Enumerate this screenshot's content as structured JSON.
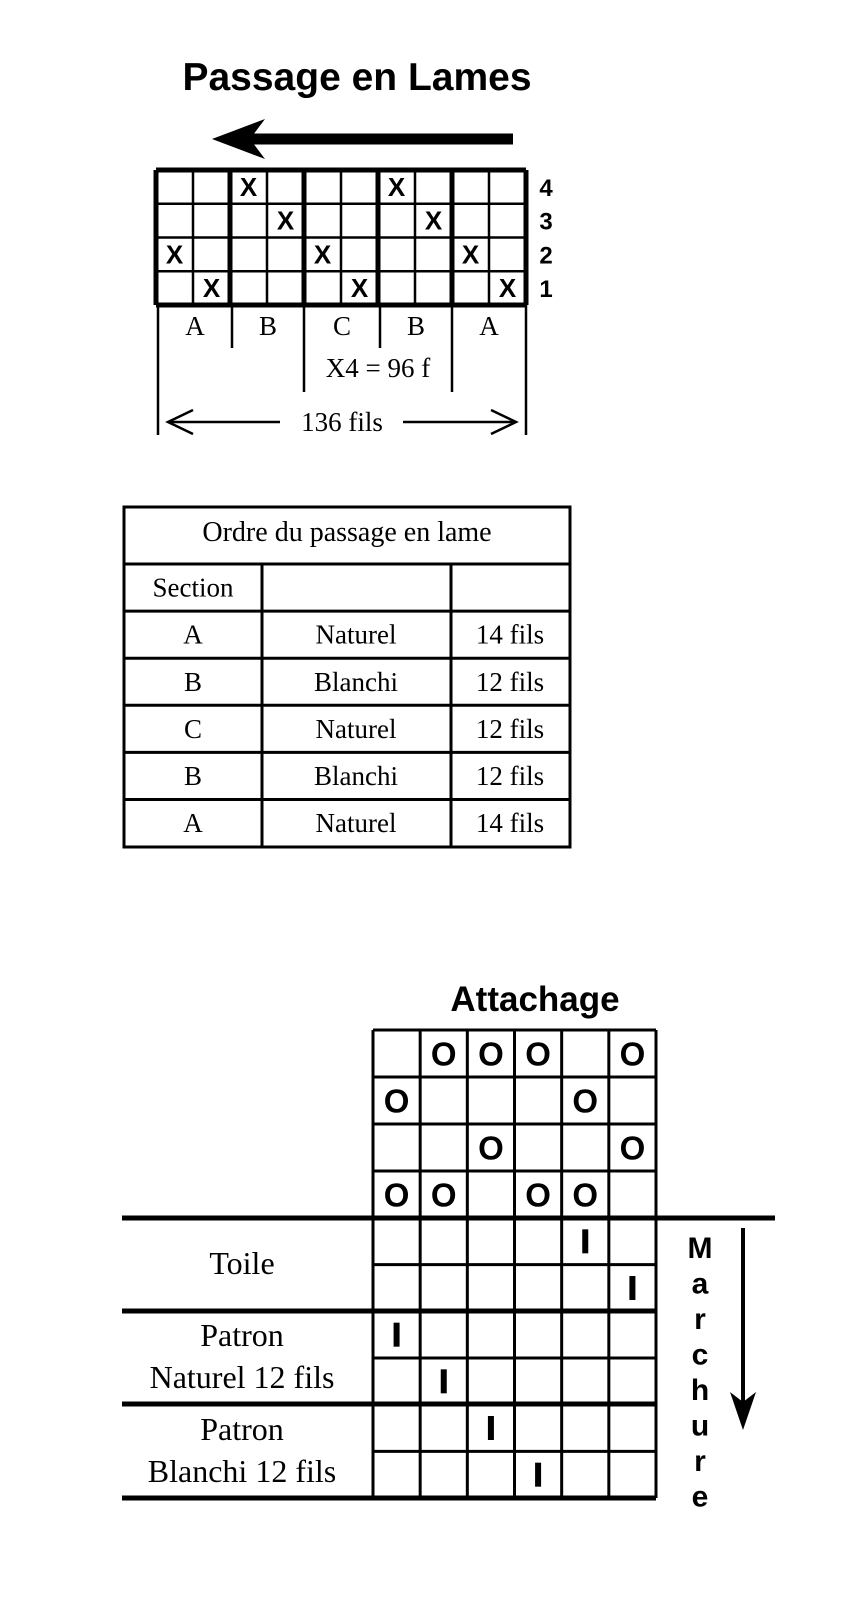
{
  "threading": {
    "title": "Passage en Lames",
    "mark": "X",
    "shaft_labels": [
      "4",
      "3",
      "2",
      "1"
    ],
    "rows": [
      [
        0,
        0,
        1,
        0,
        0,
        0,
        1,
        0,
        0,
        0
      ],
      [
        0,
        0,
        0,
        1,
        0,
        0,
        0,
        1,
        0,
        0
      ],
      [
        1,
        0,
        0,
        0,
        1,
        0,
        0,
        0,
        1,
        0
      ],
      [
        0,
        1,
        0,
        0,
        0,
        1,
        0,
        0,
        0,
        1
      ]
    ],
    "section_labels": [
      "A",
      "B",
      "C",
      "B",
      "A"
    ],
    "repeat_label": "X4 = 96 f",
    "total_label": "136 fils"
  },
  "order_table": {
    "title": "Ordre du passage en lame",
    "header": [
      "Section",
      "",
      ""
    ],
    "rows": [
      [
        "A",
        "Naturel",
        "14 fils"
      ],
      [
        "B",
        "Blanchi",
        "12 fils"
      ],
      [
        "C",
        "Naturel",
        "12 fils"
      ],
      [
        "B",
        "Blanchi",
        "12 fils"
      ],
      [
        "A",
        "Naturel",
        "14 fils"
      ]
    ]
  },
  "tieup": {
    "title": "Attachage",
    "mark": "O",
    "rows": [
      [
        0,
        1,
        1,
        1,
        0,
        1
      ],
      [
        1,
        0,
        0,
        0,
        1,
        0
      ],
      [
        0,
        0,
        1,
        0,
        0,
        1
      ],
      [
        1,
        1,
        0,
        1,
        1,
        0
      ]
    ]
  },
  "treadling": {
    "mark": "I",
    "marchure_letters": [
      "M",
      "a",
      "r",
      "c",
      "h",
      "u",
      "r",
      "e"
    ],
    "groups": [
      {
        "label_lines": [
          "Toile"
        ]
      },
      {
        "label_lines": [
          "Patron",
          "Naturel 12 fils"
        ]
      },
      {
        "label_lines": [
          "Patron",
          "Blanchi 12 fils"
        ]
      }
    ],
    "rows": [
      4,
      5,
      0,
      1,
      2,
      3
    ]
  }
}
